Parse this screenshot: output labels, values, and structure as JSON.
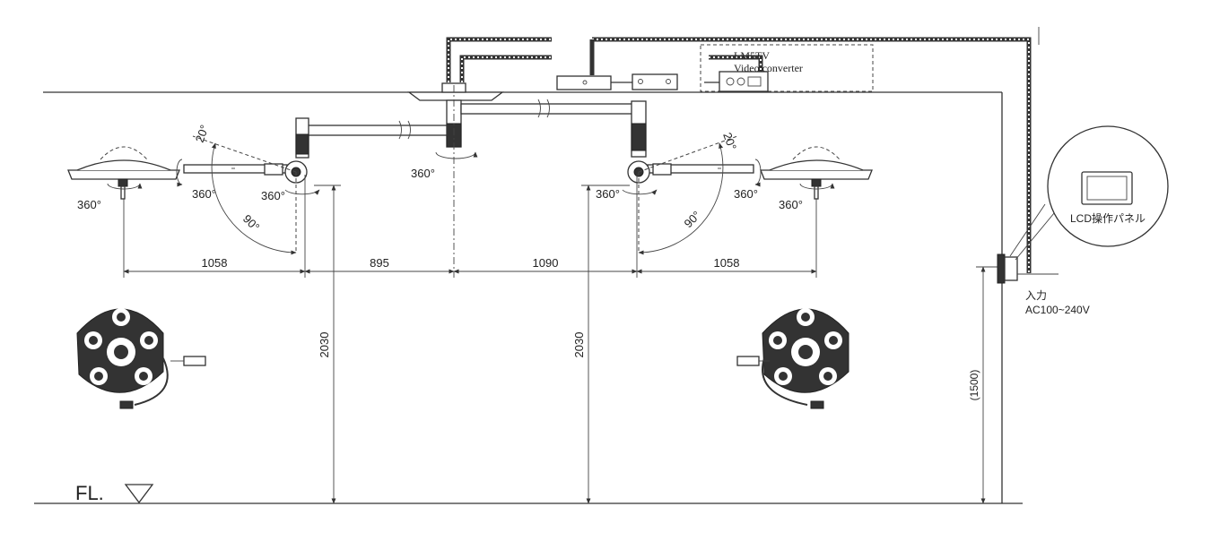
{
  "floor_label": "FL.",
  "converter": {
    "model": "LM5TV",
    "name": "Video converter"
  },
  "lcd_panel_label": "LCD操作パネル",
  "power": {
    "label": "入力",
    "spec": "AC100~240V"
  },
  "rotations": {
    "center": "360°",
    "left_light": "360°",
    "left_arm": "360°",
    "left_joint": "360°",
    "right_joint": "360°",
    "right_arm": "360°",
    "right_light": "360°"
  },
  "angles": {
    "left_up": "20°",
    "left_down": "90°",
    "right_up": "20°",
    "right_down": "90°"
  },
  "dimensions": {
    "left_reach": "1058",
    "left_arm": "895",
    "right_arm": "1090",
    "right_reach": "1058",
    "height_left": "2030",
    "height_right": "2030",
    "panel_height": "(1500)"
  }
}
